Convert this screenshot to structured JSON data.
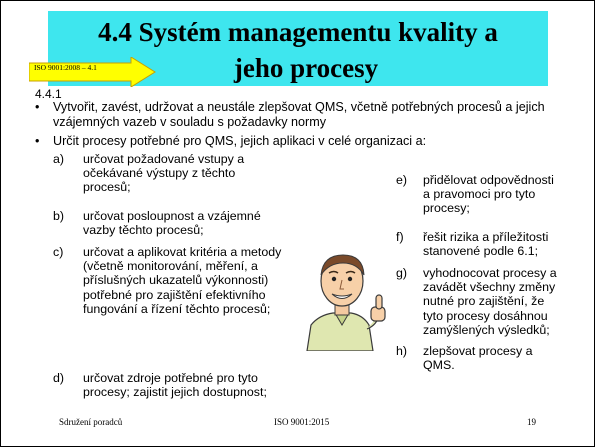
{
  "slide": {
    "title_line1": "4.4 Systém managementu kvality a",
    "title_line2": "jeho procesy",
    "iso_tag": "ISO 9001:2008 – 4.1",
    "section_number": "4.4.1",
    "bullets": [
      "Vytvořit, zavést, udržovat a neustále zlepšovat QMS, včetně potřebných procesů a jejich vzájemných vazeb v souladu s požadavky normy",
      "Určit procesy potřebné pro QMS, jejich aplikaci v celé organizaci a:"
    ],
    "left_items": [
      {
        "label": "a)",
        "text": "určovat požadované vstupy a očekávané výstupy z těchto procesů;"
      },
      {
        "label": "b)",
        "text": "určovat posloupnost a vzájemné vazby těchto procesů;"
      },
      {
        "label": "c)",
        "text": "určovat a aplikovat kritéria a metody (včetně monitorování, měření, a příslušných ukazatelů výkonnosti) potřebné pro zajištění efektivního fungování a řízení těchto procesů;"
      },
      {
        "label": "d)",
        "text": "určovat zdroje potřebné pro tyto procesy; zajistit jejich dostupnost;"
      }
    ],
    "right_items": [
      {
        "label": "e)",
        "text": "přidělovat odpovědnosti a pravomoci pro tyto procesy;"
      },
      {
        "label": "f)",
        "text": "řešit rizika a příležitosti stanovené podle 6.1;"
      },
      {
        "label": "g)",
        "text": "vyhodnocovat procesy a zavádět všechny změny nutné pro zajištění, že tyto procesy dosáhnou zamýšlených výsledků;"
      },
      {
        "label": "h)",
        "text": "zlepšovat procesy a QMS."
      }
    ],
    "footer_left": "Sdružení poradců",
    "footer_center": "ISO 9001:2015",
    "footer_right": "19",
    "colors": {
      "title_bg": "#3ee6ee",
      "arrow": "#ffff00",
      "arrow_border": "#c8a000"
    },
    "clipart_icon": "thumbs-up-man-icon"
  }
}
